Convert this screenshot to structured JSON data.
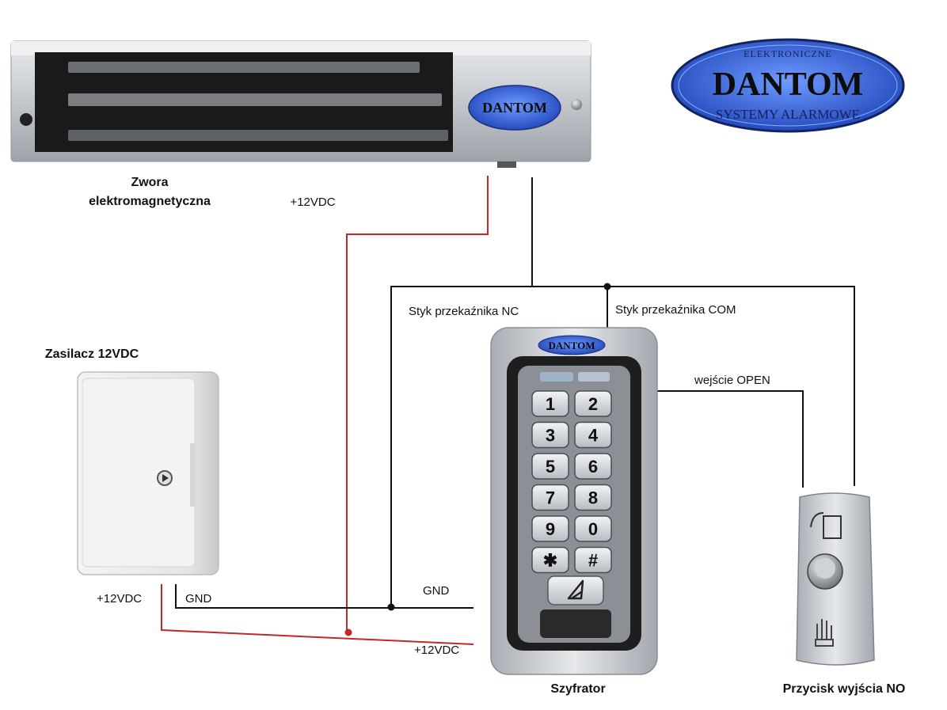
{
  "logo": {
    "top": "ELEKTRONICZNE",
    "main": "DANTOM",
    "bottom": "SYSTEMY ALARMOWE"
  },
  "devices": {
    "maglock": {
      "label_line1": "Zwora",
      "label_line2": "elektromagnetyczna"
    },
    "psu": {
      "label": "Zasilacz 12VDC"
    },
    "keypad": {
      "label": "Szyfrator",
      "keys": [
        "1",
        "2",
        "3",
        "4",
        "5",
        "6",
        "7",
        "8",
        "9",
        "0",
        "✱",
        "#"
      ]
    },
    "exit_button": {
      "label": "Przycisk wyjścia NO"
    }
  },
  "wires": {
    "maglock_power": "+12VDC",
    "relay_nc": "Styk przekaźnika NC",
    "relay_com": "Styk przekaźnika COM",
    "open_input": "wejście OPEN",
    "psu_plus": "+12VDC",
    "psu_gnd": "GND",
    "keypad_gnd": "GND",
    "keypad_plus": "+12VDC"
  },
  "colors": {
    "power_wire": "#c0282a",
    "signal_wire": "#111111",
    "logo_blue": "#2d5fd6",
    "metal": "#c9cdd2"
  }
}
